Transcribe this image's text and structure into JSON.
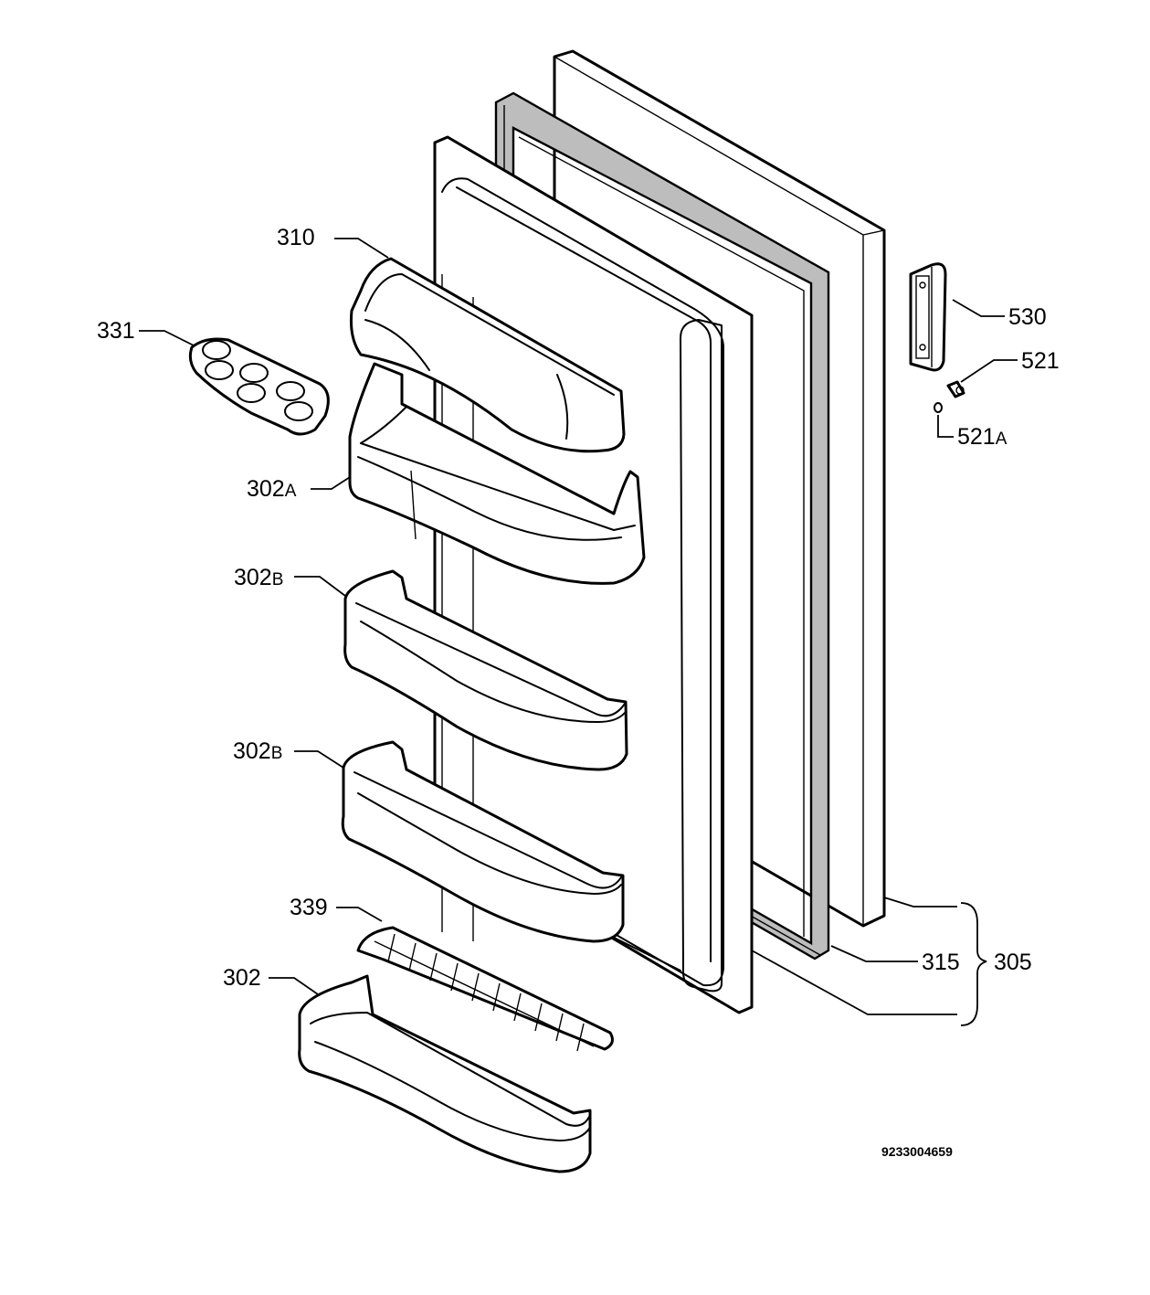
{
  "diagram": {
    "labels": {
      "p310": {
        "main": "310",
        "sub": ""
      },
      "p331": {
        "main": "331",
        "sub": ""
      },
      "p302a": {
        "main": "302",
        "sub": "A"
      },
      "p302b_upper": {
        "main": "302",
        "sub": "B"
      },
      "p302b_lower": {
        "main": "302",
        "sub": "B"
      },
      "p339": {
        "main": "339",
        "sub": ""
      },
      "p302": {
        "main": "302",
        "sub": ""
      },
      "p530": {
        "main": "530",
        "sub": ""
      },
      "p521": {
        "main": "521",
        "sub": ""
      },
      "p521a": {
        "main": "521",
        "sub": "A"
      },
      "p315": {
        "main": "315",
        "sub": ""
      },
      "p305": {
        "main": "305",
        "sub": ""
      }
    },
    "document_number": "9233004659"
  }
}
